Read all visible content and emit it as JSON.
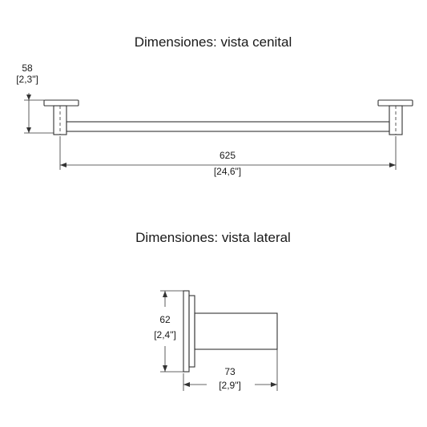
{
  "top_view": {
    "title": "Dimensiones: vista cenital",
    "depth_mm": "58",
    "depth_in": "[2,3\"]",
    "length_mm": "625",
    "length_in": "[24,6\"]"
  },
  "side_view": {
    "title": "Dimensiones: vista lateral",
    "height_mm": "62",
    "height_in": "[2,4\"]",
    "projection_mm": "73",
    "projection_in": "[2,9\"]"
  }
}
